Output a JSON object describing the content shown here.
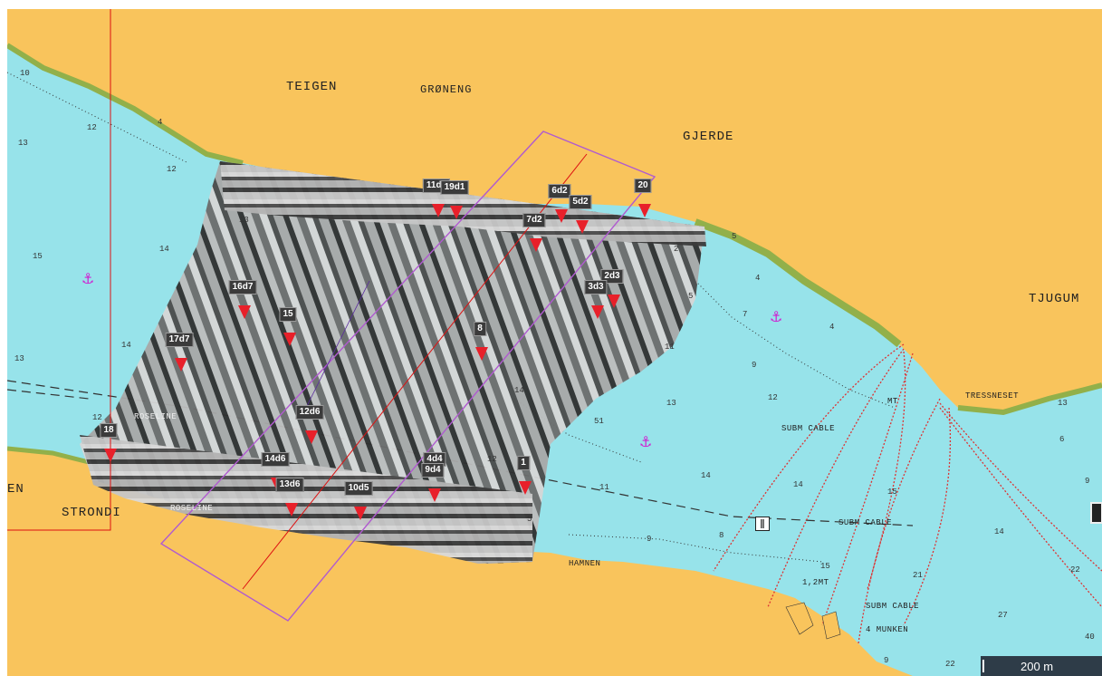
{
  "map": {
    "colors": {
      "land": "#f9c45c",
      "water": "#97e3ea",
      "shore_green": "#92b04a",
      "marker": "#e8202a",
      "route": "#b05ad0",
      "cable": "#d22",
      "anchor": "#d11cd1"
    },
    "place_names": {
      "teigen": "TEIGEN",
      "groneng": "GRØNENG",
      "gjerde": "GJERDE",
      "tjugum": "TJUGUM",
      "en": "EN",
      "strondi": "STRONDI",
      "tressneset": "TRESSNESET",
      "hamnen": "HAMNEN",
      "munken": "4 MUNKEN",
      "subm_cable_1": "SUBM CABLE",
      "subm_cable_2": "SUBM CABLE",
      "subm_cable_3": "SUBM CABLE",
      "mt_1": "1,2MT",
      "mt_2": "MT",
      "ospelne": "ROSELINE",
      "ospelne2": "ROSELINE"
    },
    "depths": [
      "10",
      "13",
      "12",
      "4",
      "12",
      "15",
      "14",
      "13",
      "14",
      "12",
      "5",
      "4",
      "7",
      "4",
      "9",
      "11",
      "13",
      "12",
      "14",
      "14",
      "13",
      "15",
      "21",
      "27",
      "22",
      "14",
      "9",
      "6",
      "40",
      "22",
      "9",
      "9",
      "12",
      "8",
      "11",
      "14",
      "2",
      "5",
      "15",
      "13",
      "51",
      "5"
    ],
    "markers": [
      {
        "label": "11d1"
      },
      {
        "label": "19d1"
      },
      {
        "label": "6d2"
      },
      {
        "label": "5d2"
      },
      {
        "label": "20"
      },
      {
        "label": "7d2"
      },
      {
        "label": "2d3"
      },
      {
        "label": "3d3"
      },
      {
        "label": "16d7"
      },
      {
        "label": "15"
      },
      {
        "label": "17d7"
      },
      {
        "label": "8"
      },
      {
        "label": "12d6"
      },
      {
        "label": "18"
      },
      {
        "label": "14d6"
      },
      {
        "label": "4d4"
      },
      {
        "label": "9d4"
      },
      {
        "label": "1"
      },
      {
        "label": "13d6"
      },
      {
        "label": "10d5"
      }
    ],
    "scale": {
      "label": "200 m"
    },
    "icons": [
      "anchor-icon",
      "anchor-icon",
      "anchor-icon",
      "lighthouse-icon",
      "wreck-icon"
    ]
  }
}
